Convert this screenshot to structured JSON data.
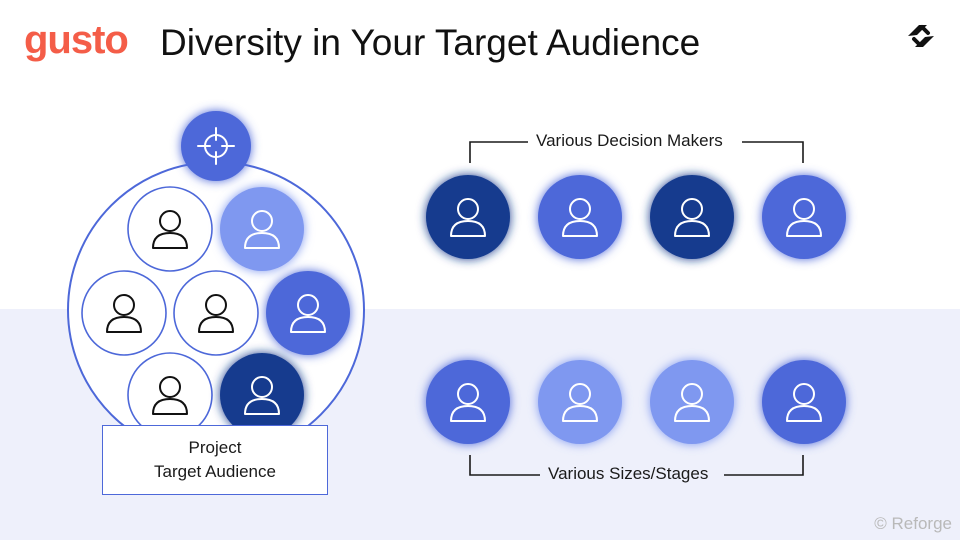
{
  "header": {
    "logo_text": "gusto",
    "title": "Diversity in Your Target Audience",
    "brand_mark_icon": "reforge-mark-icon"
  },
  "colors": {
    "gusto_orange": "#f45d48",
    "navy": "#143b8e",
    "blue": "#4d68d9",
    "light_blue": "#7f98f0",
    "outline": "#4d68d9",
    "band": "#eef0fb"
  },
  "audience_cluster": {
    "target_icon": "crosshair-icon",
    "project_label_line1": "Project",
    "project_label_line2": "Target Audience",
    "members": [
      "white",
      "light_blue",
      "white",
      "white",
      "blue",
      "white",
      "navy"
    ]
  },
  "decision_makers": {
    "label": "Various Decision Makers",
    "people": [
      "navy",
      "blue",
      "navy",
      "blue"
    ]
  },
  "sizes_stages": {
    "label": "Various Sizes/Stages",
    "people": [
      "blue",
      "light_blue",
      "light_blue",
      "blue"
    ]
  },
  "footer": {
    "watermark": "© Reforge"
  }
}
